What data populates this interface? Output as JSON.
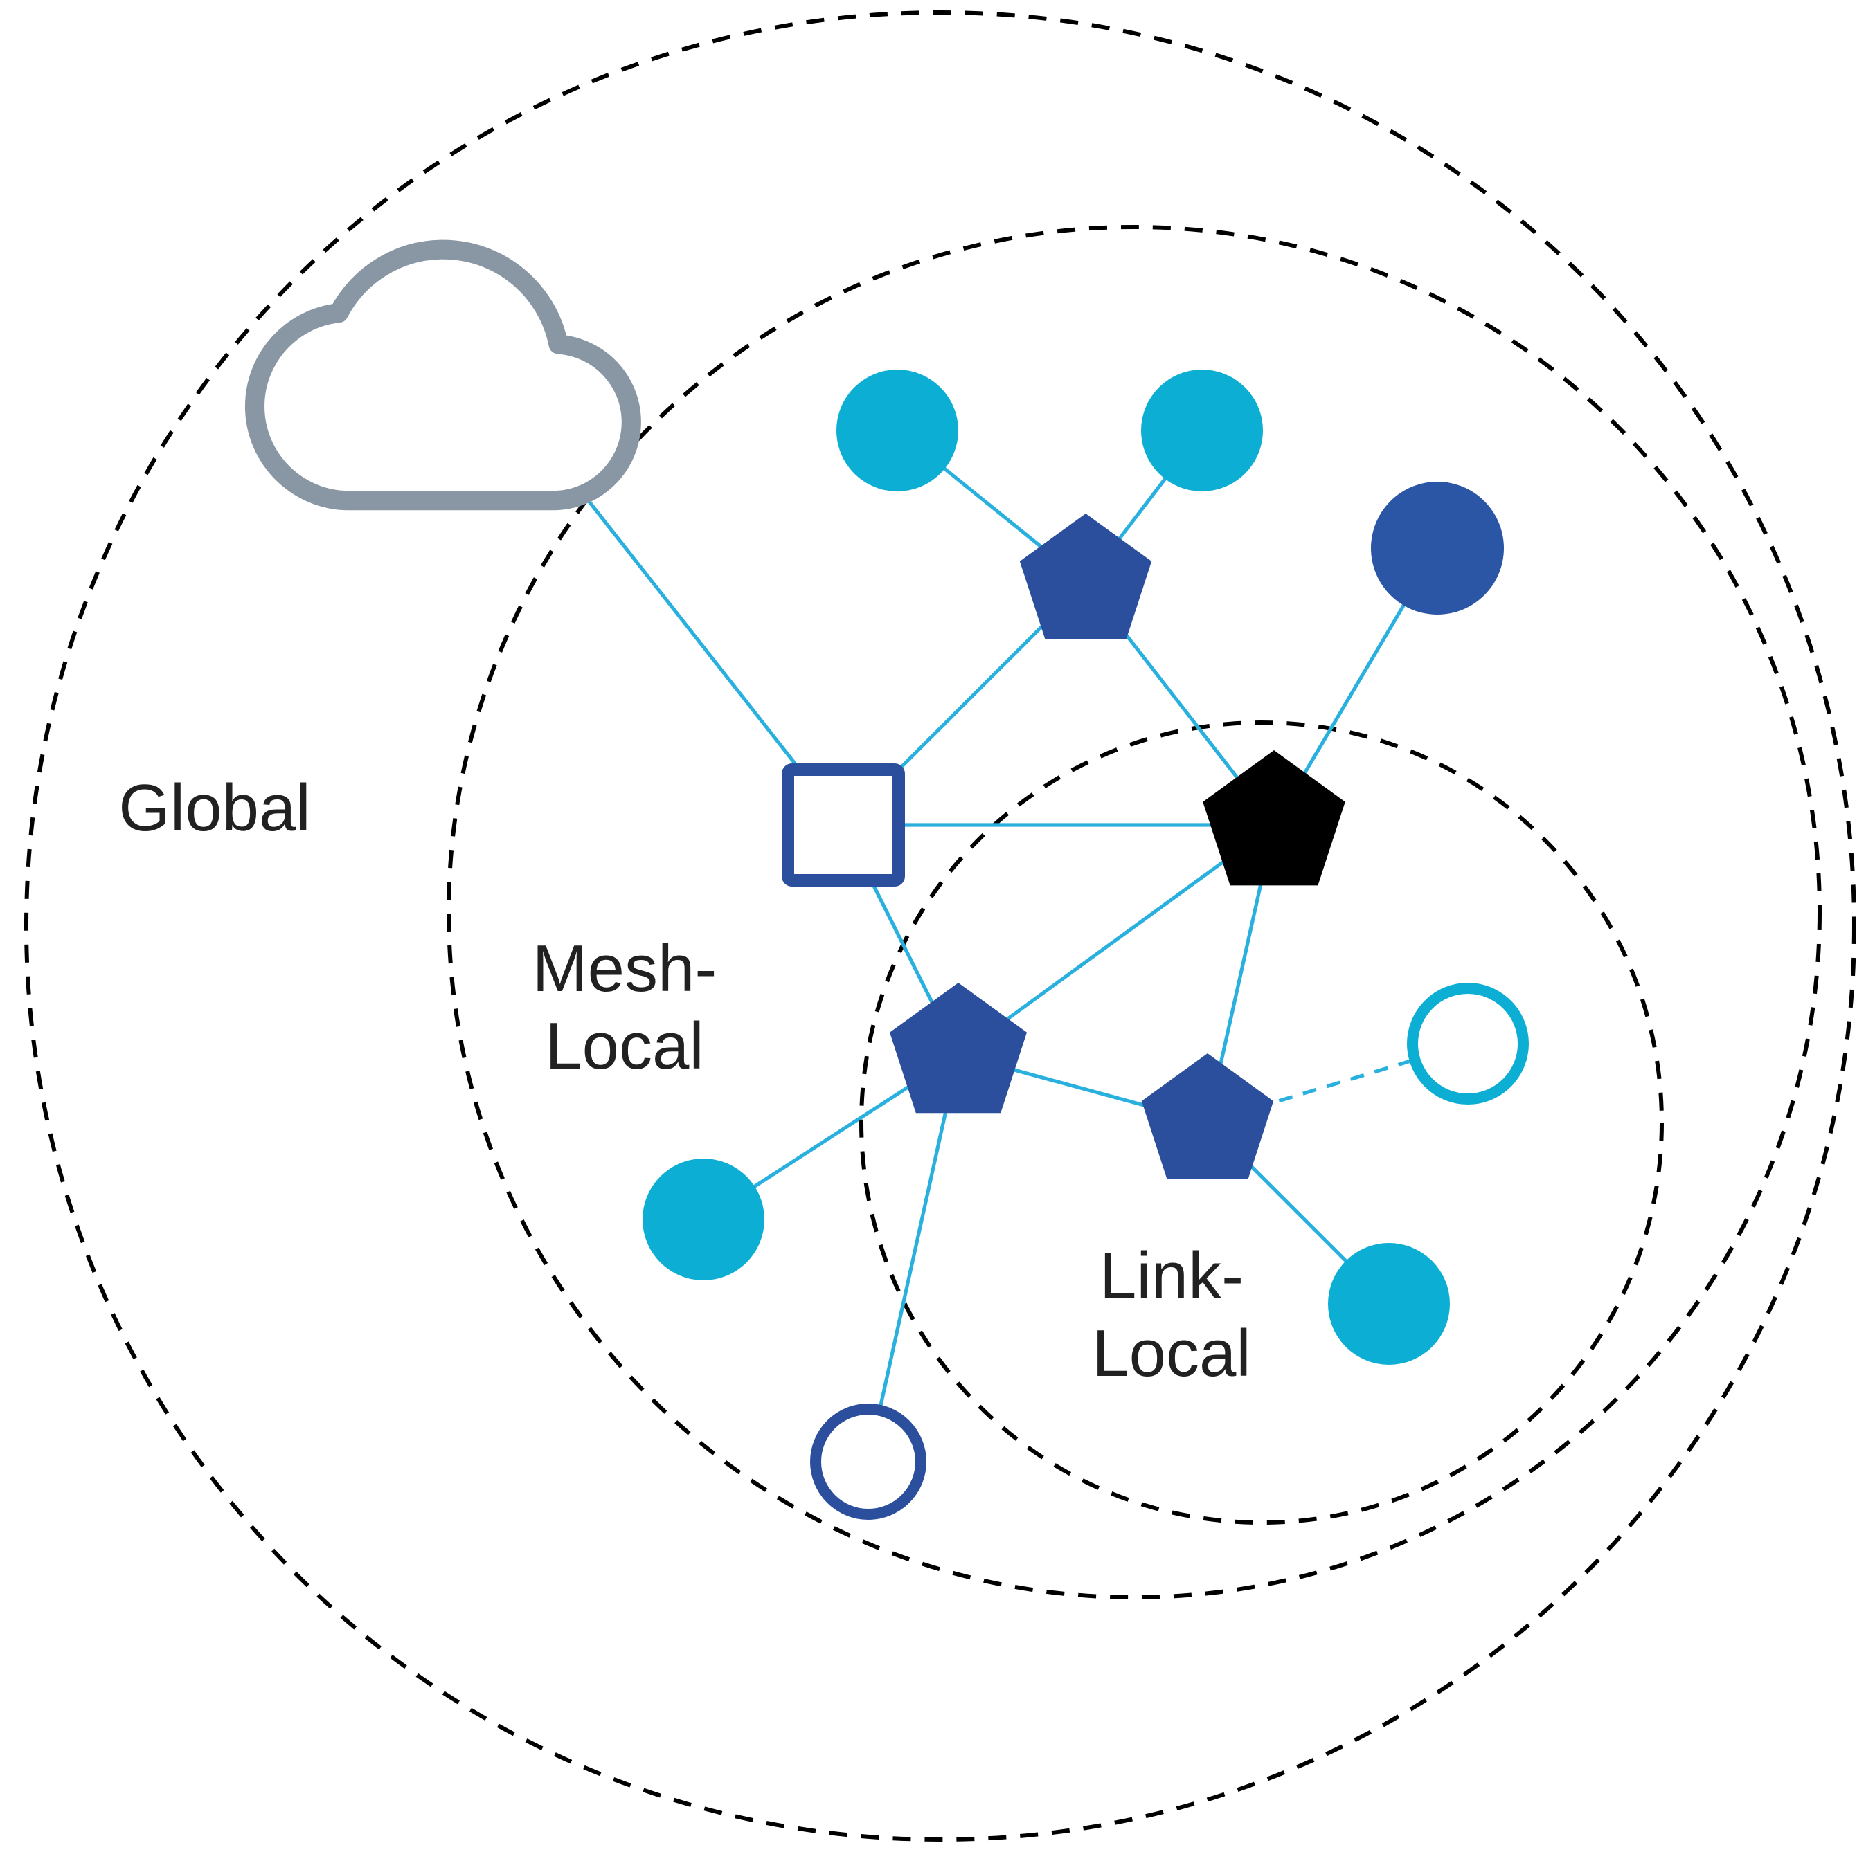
{
  "scopes": {
    "global": {
      "label": "Global"
    },
    "mesh_local": {
      "line1": "Mesh-",
      "line2": "Local"
    },
    "link_local": {
      "line1": "Link-",
      "line2": "Local"
    }
  },
  "colors": {
    "boundary_dash": "#000000",
    "link_line": "#29B0DE",
    "device_cyan": "#0DAED3",
    "router_blue": "#2B4E9D",
    "deep_blue": "#2B55A5",
    "leader_black": "#000000",
    "cloud_gray": "#8996A4",
    "white": "#FFFFFF",
    "text": "#212121"
  },
  "icons": {
    "internet_cloud": "cloud-outline-gray",
    "border_router": "square-outline-blue",
    "router": "pentagon-filled-blue",
    "leader": "pentagon-filled-black",
    "end_device": "circle-filled-cyan",
    "sleepy_end_device": "circle-outline-cyan",
    "detached_device": "circle-outline-blue"
  }
}
